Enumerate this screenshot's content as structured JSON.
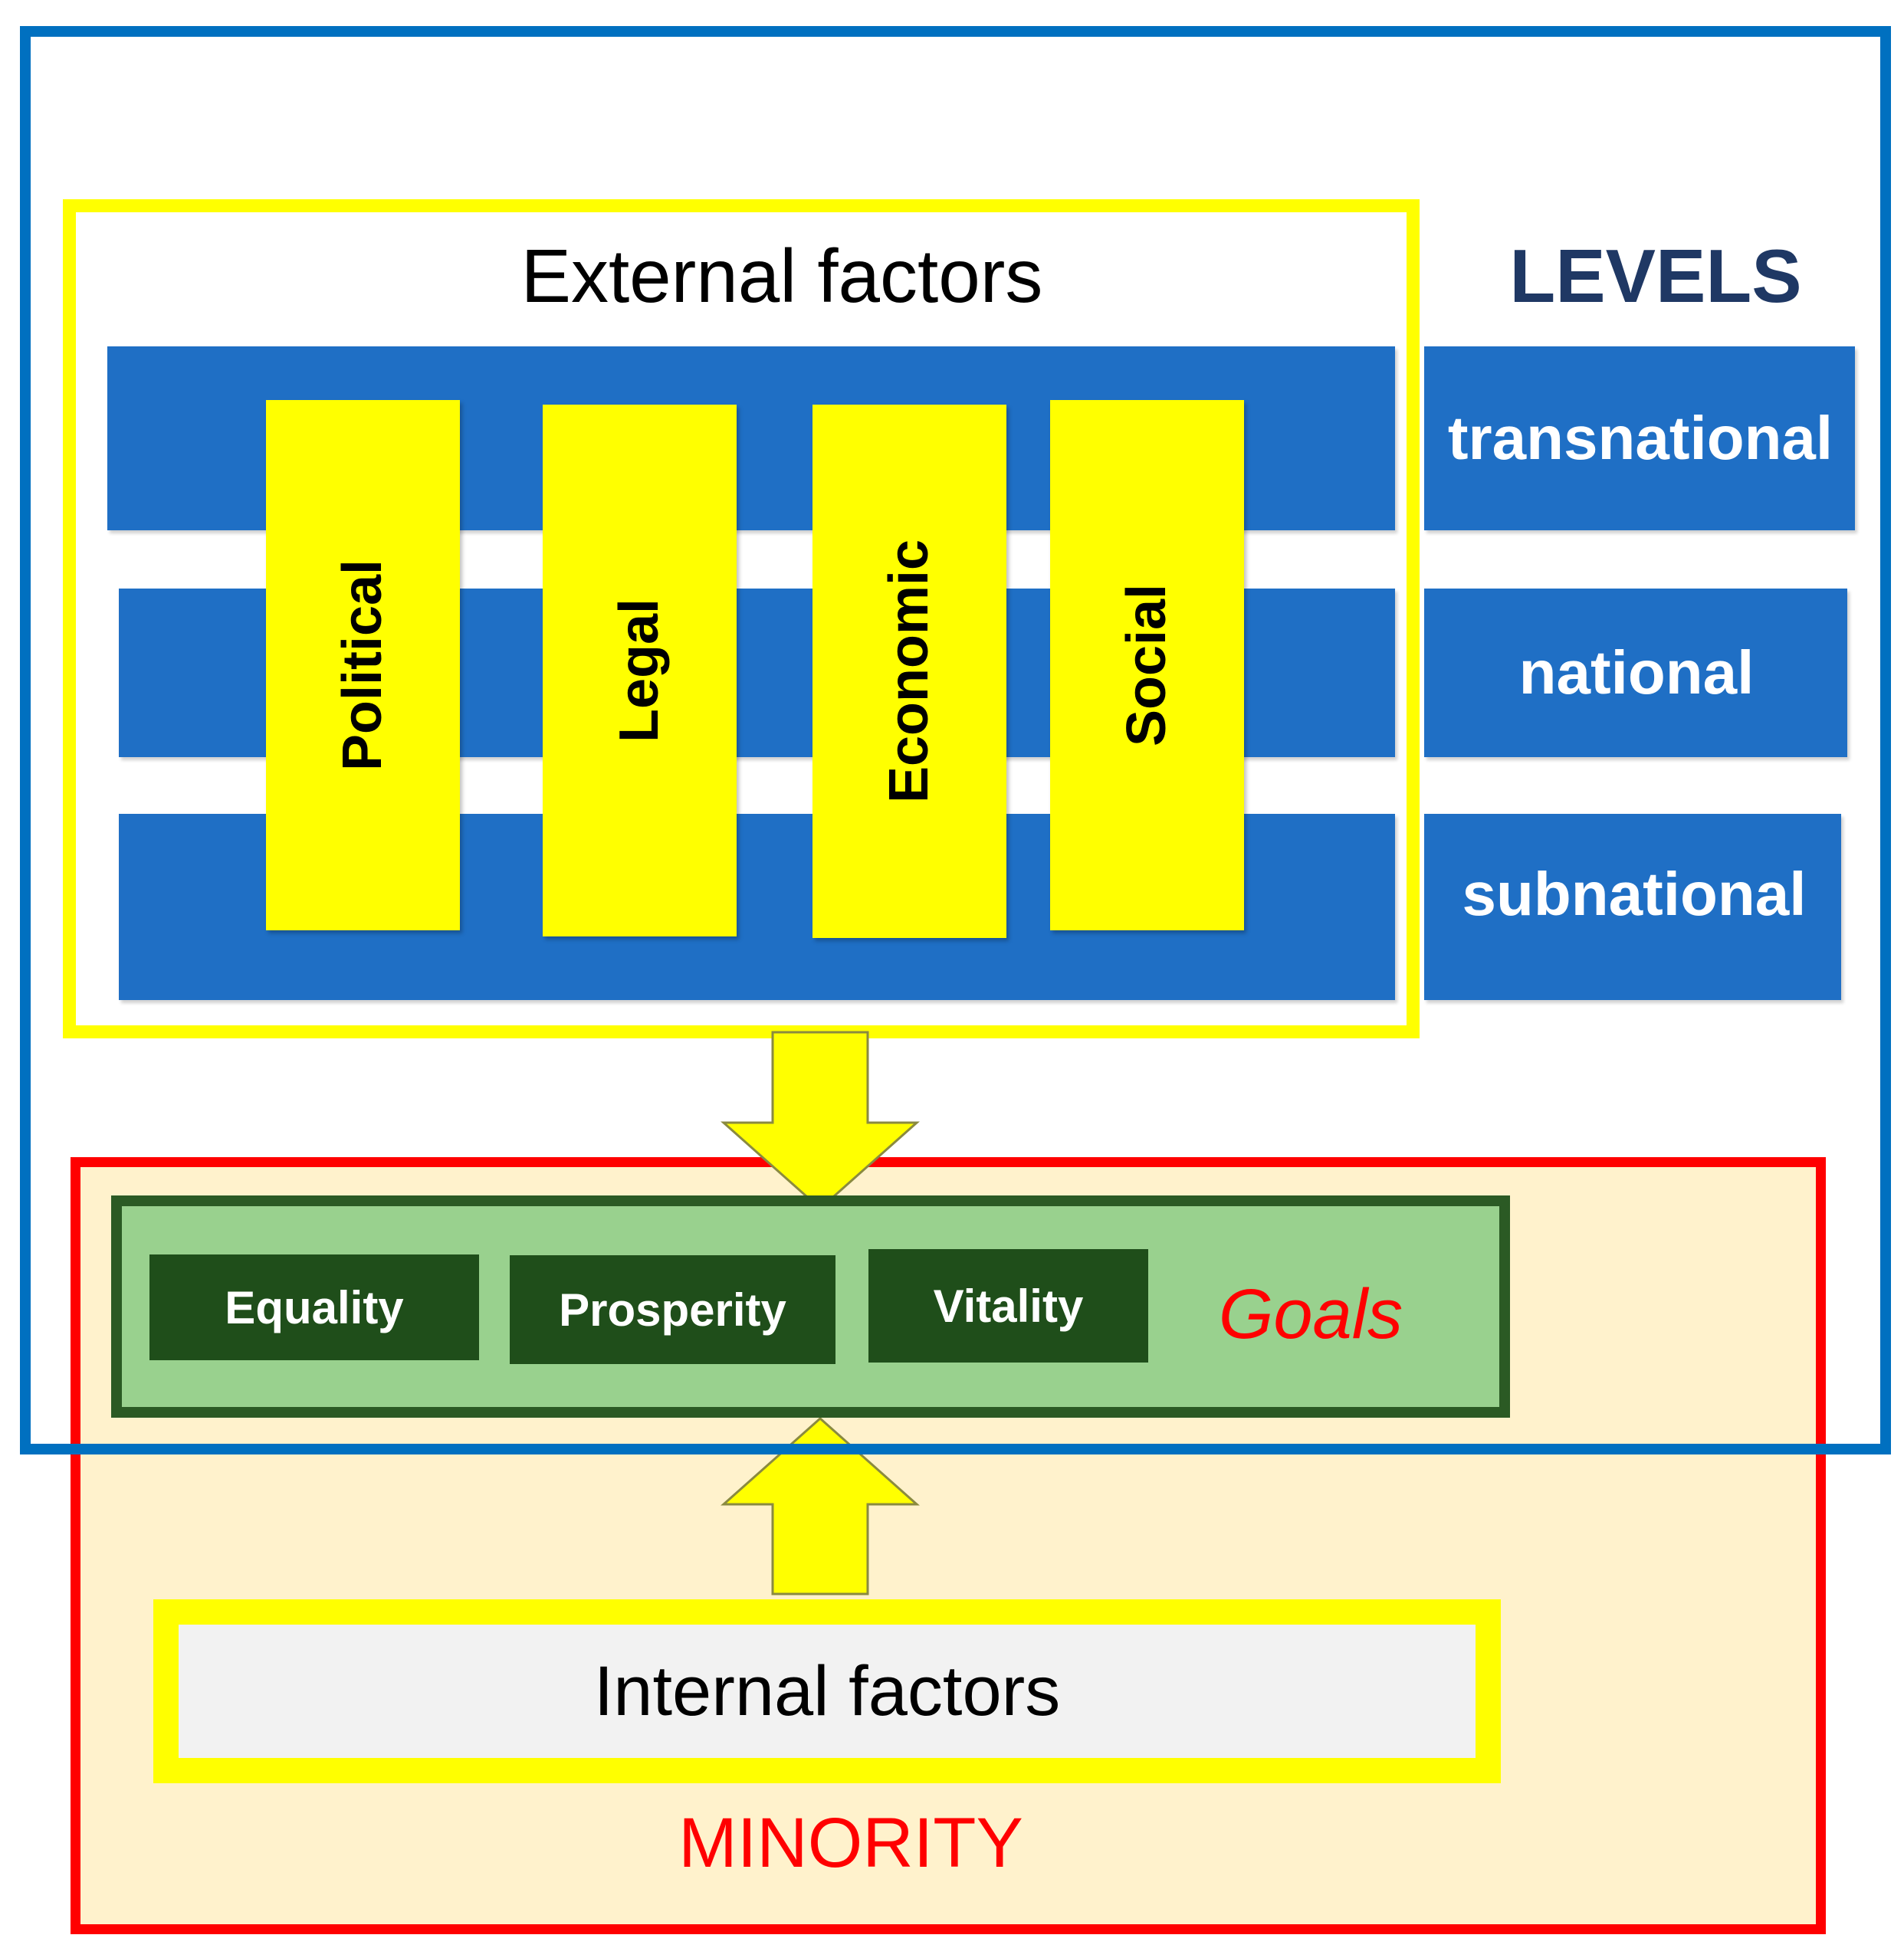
{
  "external": {
    "title": "External factors"
  },
  "levels": {
    "title": "LEVELS",
    "items": [
      "transnational",
      "national",
      "subnational"
    ]
  },
  "factors": [
    "Political",
    "Legal",
    "Economic",
    "Social"
  ],
  "goals": {
    "label": "Goals",
    "items": [
      "Equality",
      "Prosperity",
      "Vitality"
    ]
  },
  "internal": {
    "label": "Internal factors"
  },
  "minority": {
    "label": "MINORITY"
  },
  "colors": {
    "levels_blue": "#0070c0",
    "band_blue": "#1f6fc5",
    "factor_yellow": "#ffff00",
    "minority_red": "#ff0000",
    "minority_fill": "#fff2cc",
    "goals_green": "#99d18e",
    "goals_dark": "#1f4e1a"
  }
}
